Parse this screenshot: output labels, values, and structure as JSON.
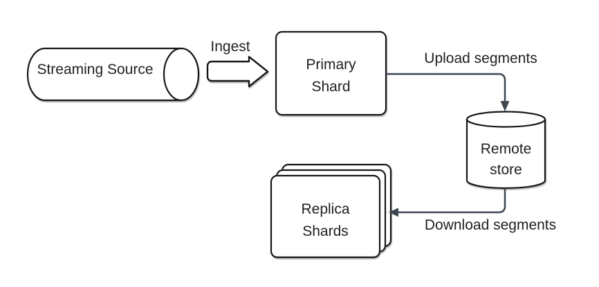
{
  "canvas": {
    "background": "#ffffff"
  },
  "diagram": {
    "type": "flow-diagram",
    "nodes": [
      {
        "id": "streaming-source",
        "shape": "horizontal-cylinder",
        "label": "Streaming Source"
      },
      {
        "id": "primary-shard",
        "shape": "rounded-rectangle",
        "label": "Primary Shard"
      },
      {
        "id": "remote-store",
        "shape": "cylinder",
        "label": "Remote store"
      },
      {
        "id": "replica-shards",
        "shape": "stacked-rounded-rectangles",
        "label": "Replica Shards",
        "stack_count": 3
      }
    ],
    "edges": [
      {
        "id": "ingest",
        "from": "streaming-source",
        "to": "primary-shard",
        "label": "Ingest",
        "style": "outlined-block-arrow"
      },
      {
        "id": "upload",
        "from": "primary-shard",
        "to": "remote-store",
        "label": "Upload segments",
        "style": "elbow-arrow"
      },
      {
        "id": "download",
        "from": "remote-store",
        "to": "replica-shards",
        "label": "Download segments",
        "style": "elbow-arrow"
      }
    ],
    "colors": {
      "shape_stroke": "#161616",
      "shape_fill": "#ffffff",
      "connector": "#3F4751",
      "text": "#202020"
    }
  }
}
